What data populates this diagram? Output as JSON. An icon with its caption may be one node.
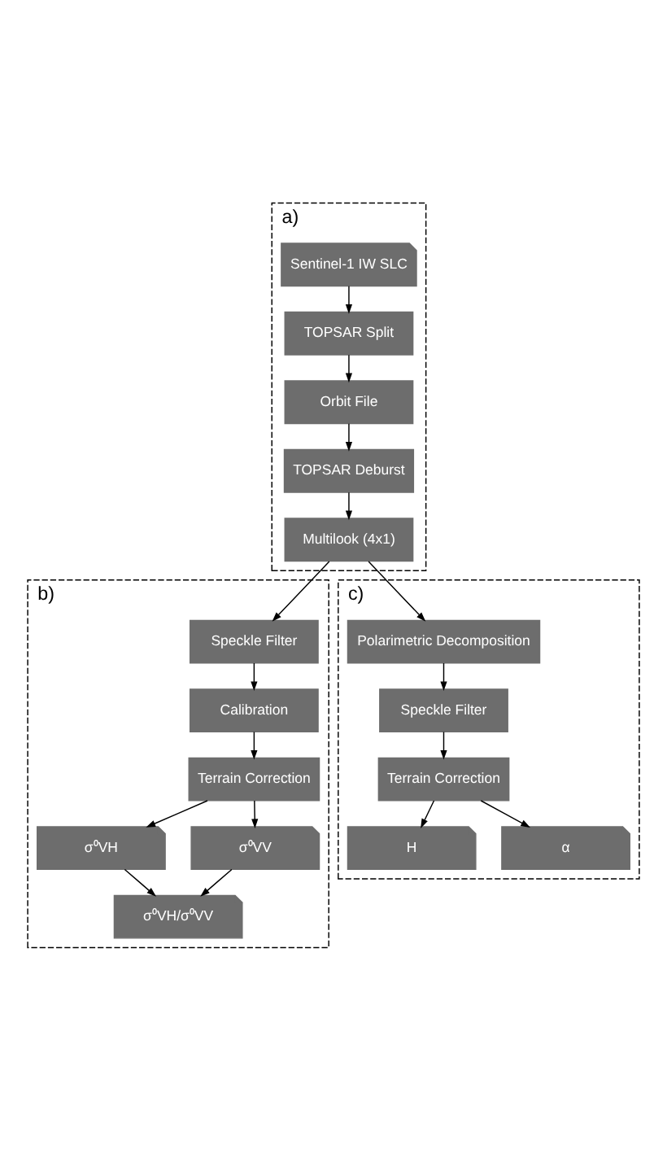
{
  "diagram": {
    "nodes": [
      {
        "text": [
          "a)"
        ]
      },
      {
        "text": [
          "Sentinel-1 IW SLC"
        ],
        "in": 0
      },
      {
        "text": [
          "TOPSAR Split"
        ],
        "in": 0
      },
      {
        "text": [
          "Orbit File"
        ],
        "in": 0
      },
      {
        "text": [
          "TOPSAR Deburst"
        ],
        "in": 0
      },
      {
        "text": [
          "Multilook (4x1)"
        ],
        "in": 0
      },
      {
        "text": [
          "b)"
        ]
      },
      {
        "text": [
          "Speckle Filter"
        ],
        "in": 6
      },
      {
        "text": [
          "Calibration"
        ],
        "in": 6
      },
      {
        "text": [
          "Terrain Correction"
        ],
        "in": 6
      },
      {
        "text": [
          "σ⁰VH"
        ],
        "in": 6
      },
      {
        "text": [
          "σ⁰VV"
        ],
        "in": 6
      },
      {
        "text": [
          "σ⁰VH/σ⁰VV"
        ],
        "in": 6
      },
      {
        "text": [
          "c)"
        ]
      },
      {
        "text": [
          "Polarimetric Decomposition"
        ],
        "in": 13
      },
      {
        "text": [
          "Speckle Filter"
        ],
        "in": 13
      },
      {
        "text": [
          "Terrain Correction"
        ],
        "in": 13
      },
      {
        "text": [
          "H"
        ],
        "in": 13
      },
      {
        "text": [
          "α"
        ],
        "in": 13
      }
    ],
    "edges": [
      {
        "from": 1,
        "to": 2,
        "arrow": "to"
      },
      {
        "from": 2,
        "to": 3,
        "arrow": "to"
      },
      {
        "from": 3,
        "to": 4,
        "arrow": "to"
      },
      {
        "from": 4,
        "to": 5,
        "arrow": "to"
      },
      {
        "from": 5,
        "to": 7,
        "arrow": "to"
      },
      {
        "from": 5,
        "to": 14,
        "arrow": "to"
      },
      {
        "from": 7,
        "to": 8,
        "arrow": "to"
      },
      {
        "from": 8,
        "to": 9,
        "arrow": "to"
      },
      {
        "from": 9,
        "to": 10,
        "arrow": "to"
      },
      {
        "from": 9,
        "to": 11,
        "arrow": "to"
      },
      {
        "from": 10,
        "to": 12,
        "arrow": "to"
      },
      {
        "from": 11,
        "to": 12,
        "arrow": "to"
      },
      {
        "from": 14,
        "to": 15,
        "arrow": "to"
      },
      {
        "from": 15,
        "to": 16,
        "arrow": "to"
      },
      {
        "from": 16,
        "to": 17,
        "arrow": "to"
      },
      {
        "from": 16,
        "to": 18,
        "arrow": "to"
      }
    ]
  }
}
